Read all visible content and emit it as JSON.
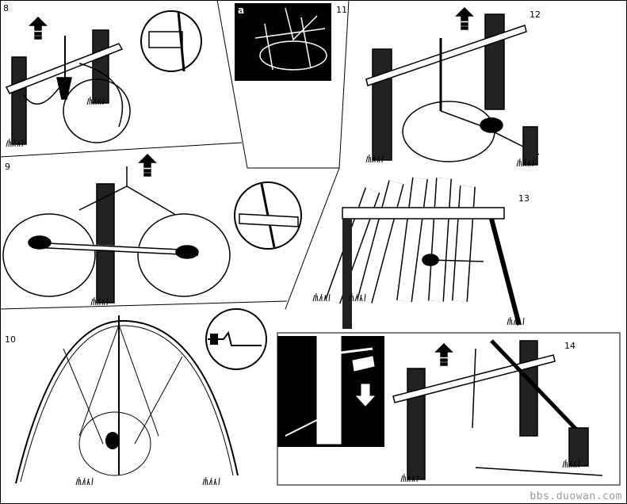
{
  "panels": [
    {
      "label": "8"
    },
    {
      "label": "9"
    },
    {
      "label": "10"
    },
    {
      "label": "11",
      "inset_label": "a"
    },
    {
      "label": "12"
    },
    {
      "label": "13"
    },
    {
      "label": "14"
    }
  ],
  "watermark": "bbs.duowan.com",
  "colors": {
    "ink": "#000000",
    "paper": "#ffffff",
    "watermark": "#9a9a9a"
  },
  "icons": [
    "up-arrow-icon",
    "down-arrow-icon",
    "magnifier-circle-icon"
  ]
}
